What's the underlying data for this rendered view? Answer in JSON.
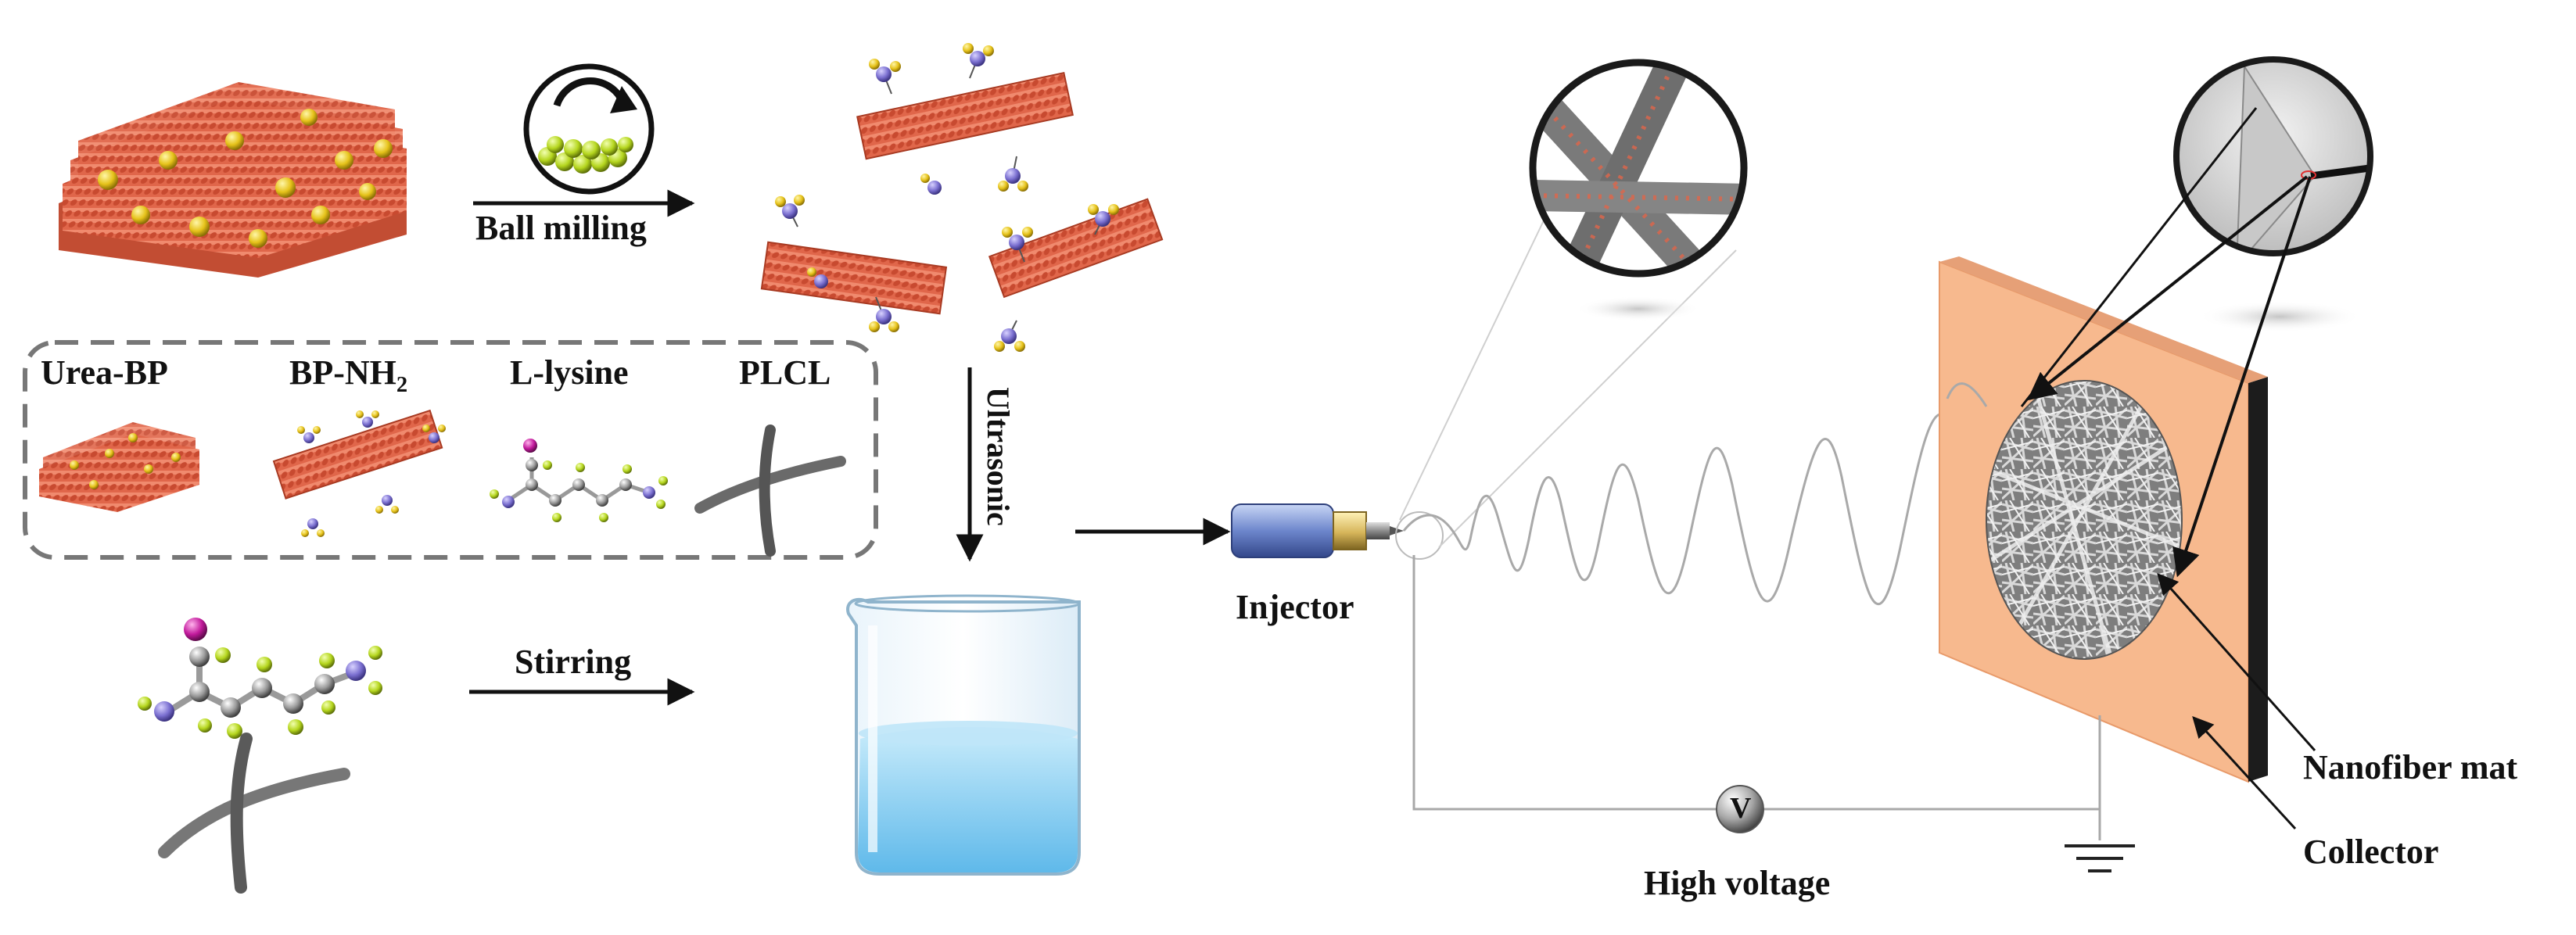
{
  "labels": {
    "ball_milling": "Ball milling",
    "ultrasonic": "Ultrasonic",
    "stirring": "Stirring",
    "injector": "Injector",
    "high_voltage": "High voltage",
    "voltage_symbol": "V",
    "nanofiber_mat": "Nanofiber mat",
    "collector": "Collector"
  },
  "legend": {
    "items": [
      {
        "name": "urea-bp",
        "label": "Urea-BP"
      },
      {
        "name": "bp-nh2",
        "label": "BP-NH",
        "subscript": "2"
      },
      {
        "name": "l-lysine",
        "label": "L-lysine"
      },
      {
        "name": "plcl",
        "label": "PLCL"
      }
    ]
  },
  "colors": {
    "bp_sheet": "#e0664a",
    "yellow_atom": "#e6c21a",
    "purple_atom": "#7a6fd0",
    "magenta_atom": "#c21a9c",
    "green_atom": "#b5d61e",
    "grey_atom": "#9a9a9a",
    "collector": "#f7b98e",
    "liquid": "#8fd0f0"
  }
}
